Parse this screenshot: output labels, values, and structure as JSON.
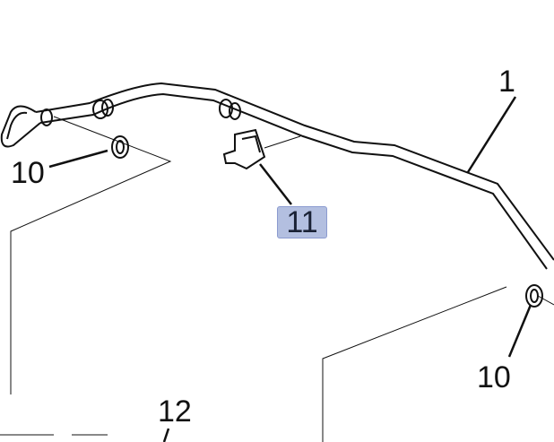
{
  "callouts": [
    {
      "id": "1",
      "label": "1"
    },
    {
      "id": "10a",
      "label": "10"
    },
    {
      "id": "10b",
      "label": "10"
    },
    {
      "id": "11",
      "label": "11",
      "highlighted": true
    },
    {
      "id": "12",
      "label": "12"
    }
  ],
  "colors": {
    "highlight": "#b3bfe0",
    "line": "#111111"
  }
}
